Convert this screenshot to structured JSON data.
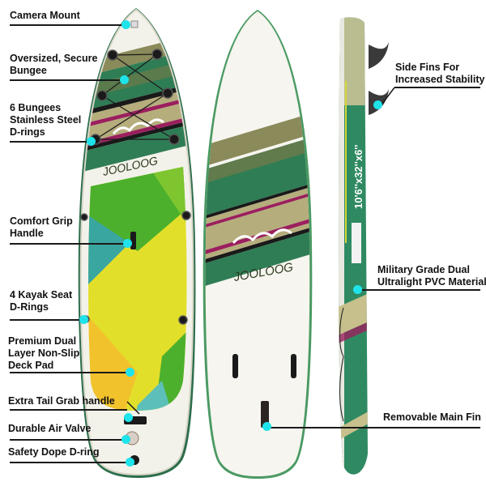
{
  "product": {
    "brand": "JOOLOOG",
    "dimensions": "10'6''x32''x6''"
  },
  "callouts_left": [
    {
      "label": "Camera Mount"
    },
    {
      "label": "Oversized, Secure\nBungee",
      "line1": "Oversized, Secure",
      "line2": "Bungee"
    },
    {
      "line1": "6 Bungees",
      "line2": "Stainless Steel",
      "line3": "D-rings"
    },
    {
      "line1": "Comfort Grip",
      "line2": "Handle"
    },
    {
      "line1": "4 Kayak Seat",
      "line2": "D-Rings"
    },
    {
      "line1": "Premium Dual",
      "line2": "Layer Non-Slip",
      "line3": "Deck Pad"
    },
    {
      "label": "Extra Tail Grab handle"
    },
    {
      "label": "Durable Air Valve"
    },
    {
      "label": "Safety Dope D-ring"
    }
  ],
  "callouts_right": [
    {
      "line1": "Side Fins For",
      "line2": "Increased Stability"
    },
    {
      "line1": "Military Grade Dual",
      "line2": "Ultralight PVC Material"
    },
    {
      "label": "Removable  Main Fin"
    }
  ],
  "colors": {
    "dot": "#1ee3ea",
    "dark_green": "#1f7a55",
    "olive": "#8a8a5a",
    "khaki": "#b5ad7c",
    "magenta": "#9b1f5e",
    "deck_green": "#4cb02c",
    "deck_yellow": "#e2df2a",
    "deck_teal": "#3aa6a0",
    "deck_orange": "#f2c22c",
    "board_white": "#f3f2ea"
  }
}
